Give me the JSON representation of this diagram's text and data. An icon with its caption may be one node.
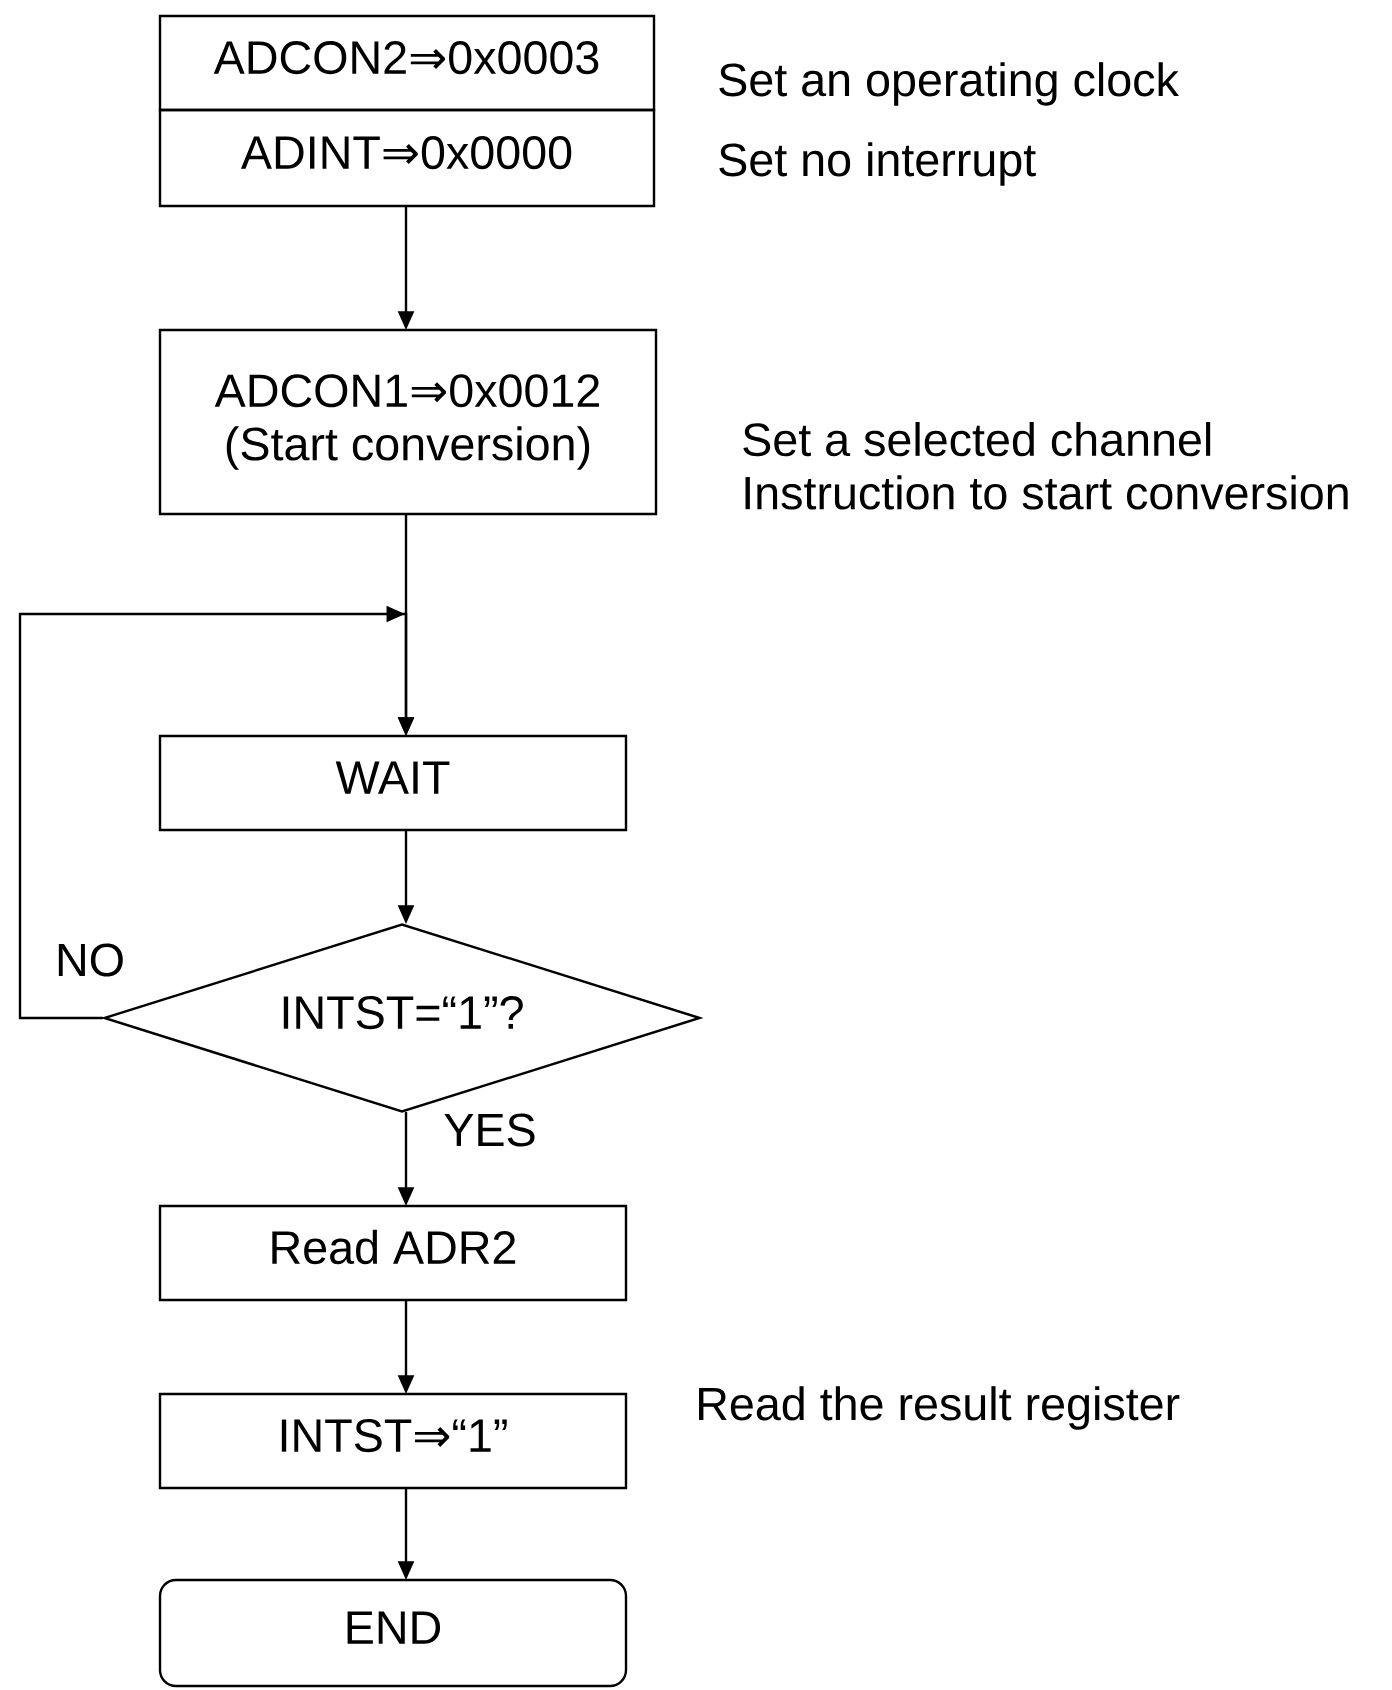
{
  "diagram": {
    "nodes": [
      {
        "text": [
          "ADCON2⇒0x0003"
        ],
        "beside": [
          "Set an operating clock"
        ]
      },
      {
        "text": [
          "ADINT⇒0x0000"
        ],
        "beside": [
          "Set no interrupt"
        ]
      },
      {
        "text": [
          "ADCON1⇒0x0012 (Start conversion)"
        ],
        "beside": [
          "Set a selected channel Instruction to start conversion"
        ]
      },
      {
        "text": [
          "WAIT"
        ]
      },
      {
        "text": [
          "INTST=“1”?"
        ]
      },
      {
        "text": [
          "Read ADR2"
        ]
      },
      {
        "text": [
          "INTST⇒“1”"
        ],
        "beside": [
          "Read the result register"
        ]
      },
      {
        "text": [
          "END"
        ]
      }
    ],
    "edges": [
      {
        "from": 1,
        "to": 2,
        "arrow": "to"
      },
      {
        "from": 2,
        "to": 3,
        "arrow": "to"
      },
      {
        "from": 4,
        "to": 3,
        "arrow": "to",
        "label": "NO"
      },
      {
        "from": 3,
        "to": 4,
        "arrow": "to"
      },
      {
        "from": 4,
        "to": 5,
        "arrow": "to",
        "label": "YES"
      },
      {
        "from": 5,
        "to": 6,
        "arrow": "to"
      },
      {
        "from": 6,
        "to": 7,
        "arrow": "to"
      }
    ]
  }
}
